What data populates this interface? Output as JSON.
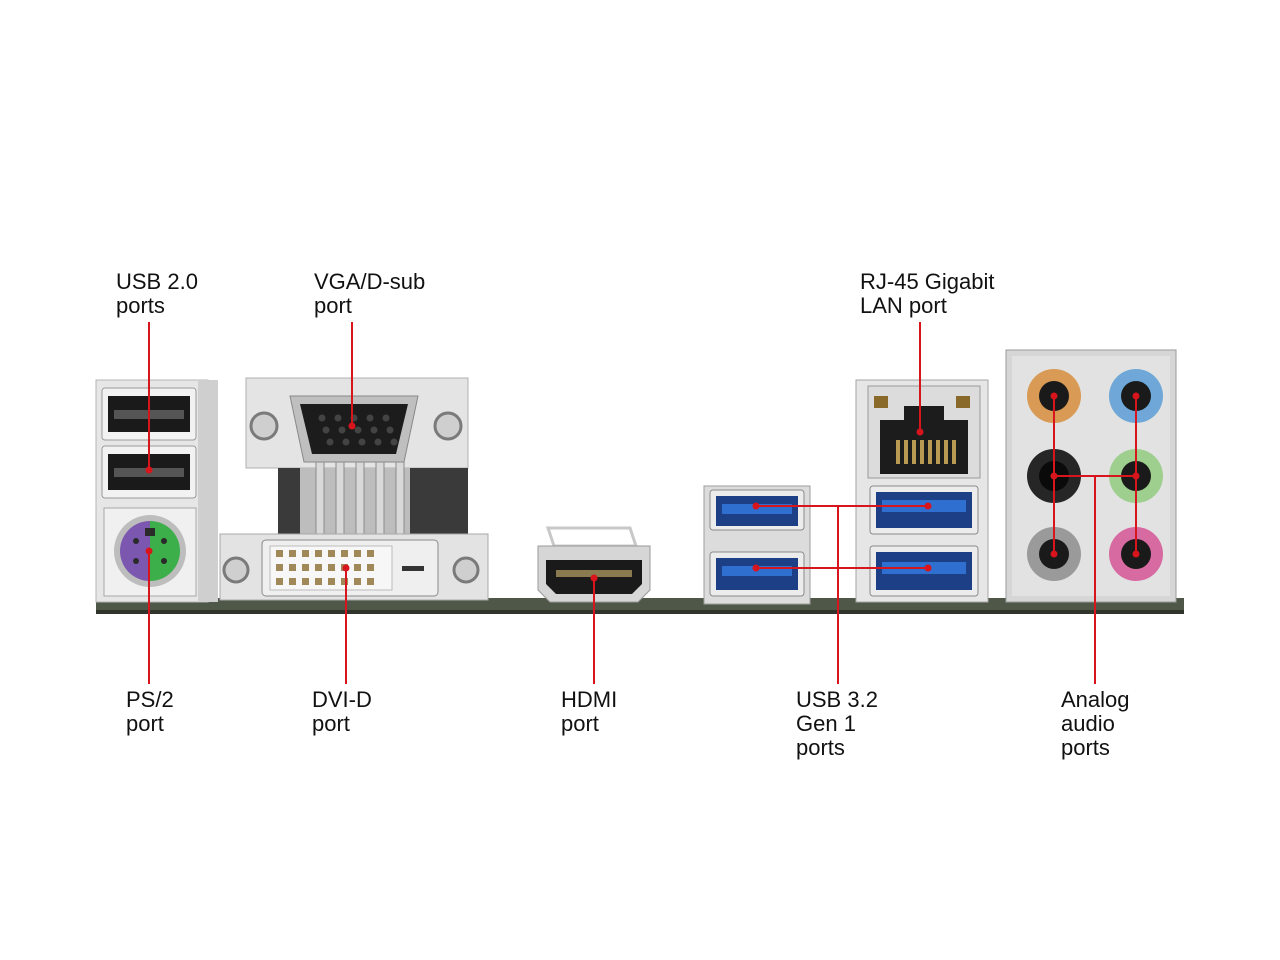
{
  "colors": {
    "leader_line": "#d8141c",
    "pcb": "#4f5848",
    "metal": "#d9d9d9",
    "usb3_blue": "#2f6fd0",
    "ps2_mouse": "#7b57b0",
    "ps2_keyboard": "#3cae4a",
    "audio_orange": "#d99a55",
    "audio_blue": "#6fa8d8",
    "audio_black": "#262626",
    "audio_green": "#9fcf8f",
    "audio_gray": "#9a9a9a",
    "audio_pink": "#d76aa0"
  },
  "labels": {
    "usb20": [
      "USB 2.0",
      "ports"
    ],
    "vga": [
      "VGA/D-sub",
      "port"
    ],
    "rj45": [
      "RJ-45 Gigabit",
      "LAN port"
    ],
    "ps2": [
      "PS/2",
      "port"
    ],
    "dvi": [
      "DVI-D",
      "port"
    ],
    "hdmi": [
      "HDMI",
      "port"
    ],
    "usb32": [
      "USB 3.2",
      "Gen 1",
      "ports"
    ],
    "audio": [
      "Analog",
      "audio",
      "ports"
    ]
  }
}
